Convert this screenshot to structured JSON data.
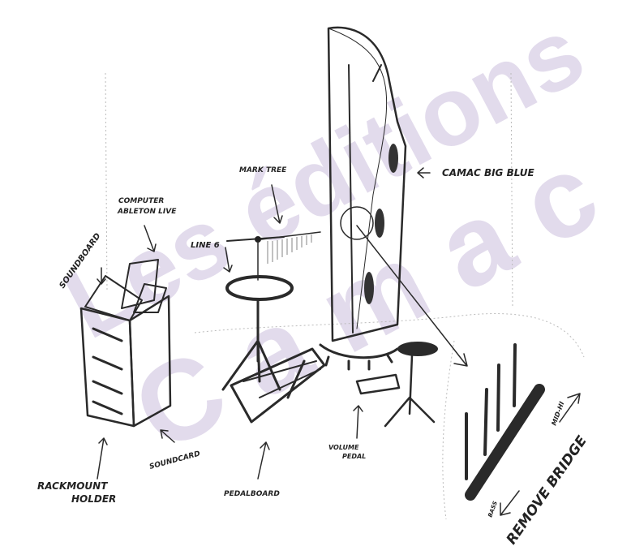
{
  "watermark": {
    "line1": "Les éditions",
    "line2": "Camac"
  },
  "labels": {
    "mark_tree": "MARK TREE",
    "harp": "CAMAC BIG BLUE",
    "computer_line1": "COMPUTER",
    "computer_line2": "ABLETON LIVE",
    "line6": "LINE 6",
    "soundboard": "SOUNDBOARD",
    "soundcard": "SOUNDCARD",
    "rackmount_line1": "RACKMOUNT",
    "rackmount_line2": "HOLDER",
    "pedalboard": "PEDALBOARD",
    "volume_pedal_line1": "VOLUME",
    "volume_pedal_line2": "PEDAL",
    "remove_bridge": "REMOVE BRIDGE",
    "mid_hi": "MID-HI",
    "bass": "BASS"
  }
}
